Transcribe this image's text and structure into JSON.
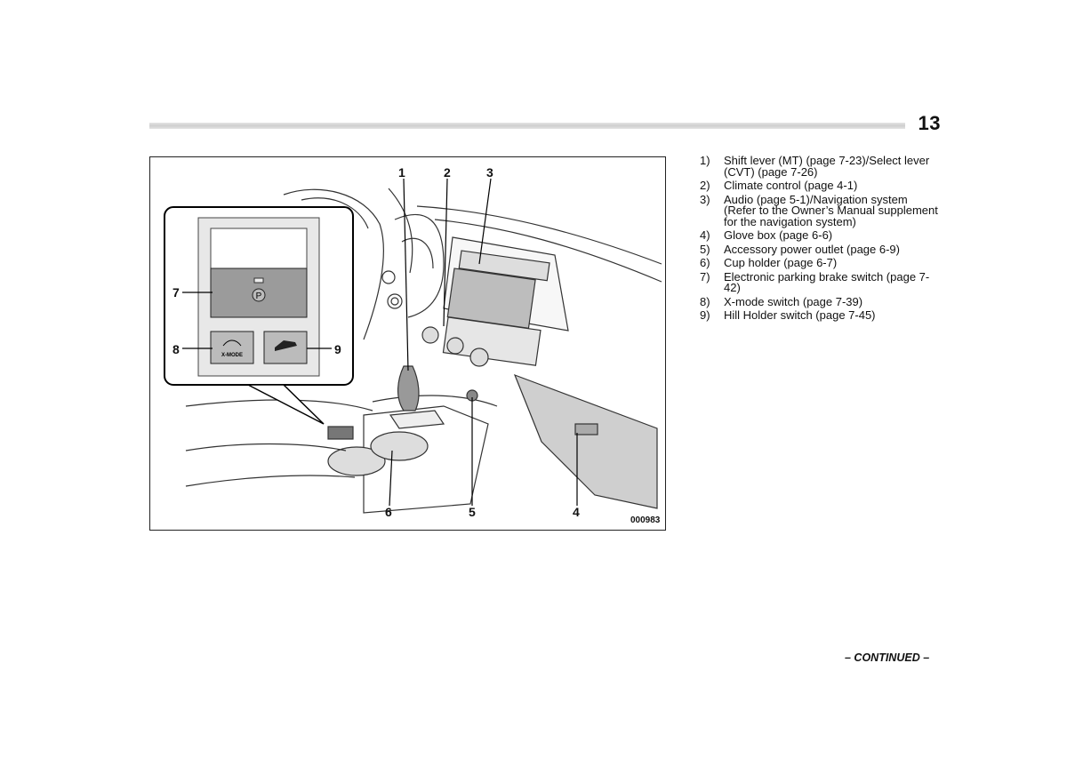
{
  "page": {
    "number": "13",
    "footer": "– CONTINUED –"
  },
  "figure": {
    "id": "000983",
    "callouts": [
      "1",
      "2",
      "3",
      "4",
      "5",
      "6",
      "7",
      "8",
      "9"
    ],
    "inset": {
      "x_mode_label": "X-MODE",
      "parking_symbol": "P"
    }
  },
  "legend": {
    "items": [
      {
        "num": "1)",
        "text": "Shift lever (MT) (page 7-23)/Select lever (CVT) (page 7-26)"
      },
      {
        "num": "2)",
        "text": "Climate control (page 4-1)"
      },
      {
        "num": "3)",
        "text": "Audio (page 5-1)/Navigation system (Refer to the Owner’s Manual supplement for the navigation system)"
      },
      {
        "num": "4)",
        "text": "Glove box (page 6-6)"
      },
      {
        "num": "5)",
        "text": "Accessory power outlet (page 6-9)"
      },
      {
        "num": "6)",
        "text": "Cup holder (page 6-7)"
      },
      {
        "num": "7)",
        "text": "Electronic parking brake switch (page 7-42)"
      },
      {
        "num": "8)",
        "text": "X-mode switch (page 7-39)"
      },
      {
        "num": "9)",
        "text": "Hill Holder switch (page 7-45)"
      }
    ]
  }
}
